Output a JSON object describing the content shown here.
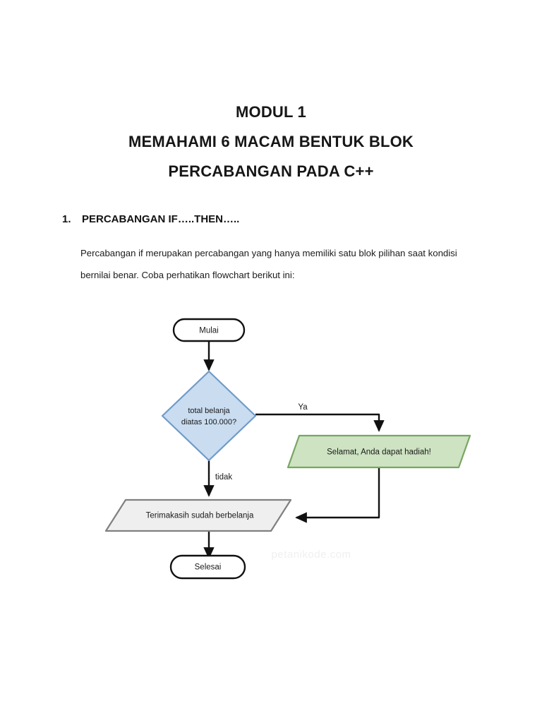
{
  "document": {
    "title_lines": [
      "MODUL 1",
      "MEMAHAMI 6 MACAM BENTUK BLOK",
      "PERCABANGAN PADA C++"
    ],
    "section": {
      "number": "1.",
      "heading": "PERCABANGAN IF…..THEN….."
    },
    "paragraph": "Percabangan if merupakan percabangan yang hanya memiliki satu blok pilihan saat kondisi bernilai benar.  Coba perhatikan flowchart berikut ini:",
    "watermark": "petanikode.com"
  },
  "flowchart": {
    "nodes": {
      "start": {
        "label": "Mulai",
        "shape": "terminator"
      },
      "decision": {
        "label_line1": "total belanja",
        "label_line2": "diatas 100.000?",
        "shape": "diamond"
      },
      "prize": {
        "label": "Selamat, Anda dapat hadiah!",
        "shape": "parallelogram"
      },
      "thanks": {
        "label": "Terimakasih sudah berbelanja",
        "shape": "parallelogram"
      },
      "end": {
        "label": "Selesai",
        "shape": "terminator"
      }
    },
    "edges": {
      "yes_label": "Ya",
      "no_label": "tidak"
    },
    "colors": {
      "decision_fill": "#c9dcf0",
      "decision_stroke": "#6f9bc9",
      "prize_fill": "#cde3c2",
      "prize_stroke": "#79a662",
      "thanks_fill": "#efefef",
      "thanks_stroke": "#808080",
      "terminator_fill": "#ffffff",
      "terminator_stroke": "#111111",
      "connector": "#111111",
      "watermark": "#f0f0f0"
    }
  }
}
